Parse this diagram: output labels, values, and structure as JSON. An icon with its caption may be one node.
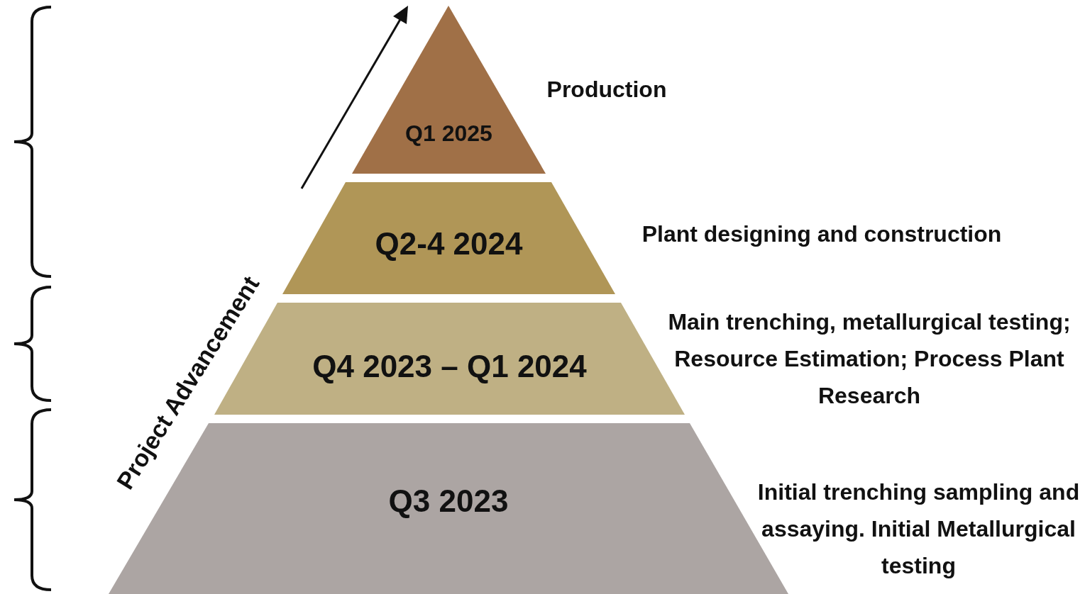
{
  "diagram": {
    "nodes": [
      {
        "text": [
          "Q1 2025"
        ],
        "beside": [
          "Production"
        ]
      },
      {
        "text": [
          "Q2-4 2024"
        ],
        "beside": [
          "Plant designing and construction"
        ]
      },
      {
        "text": [
          "Q4 2023 – Q1 2024"
        ],
        "beside": [
          "Main trenching, metallurgical testing; Resource Estimation; Process Plant Research"
        ]
      },
      {
        "text": [
          "Q3 2023"
        ],
        "beside": [
          "Initial trenching sampling and assaying. Initial Metallurgical testing"
        ]
      }
    ],
    "edges": [],
    "labels": [
      "Project Advancement"
    ]
  }
}
